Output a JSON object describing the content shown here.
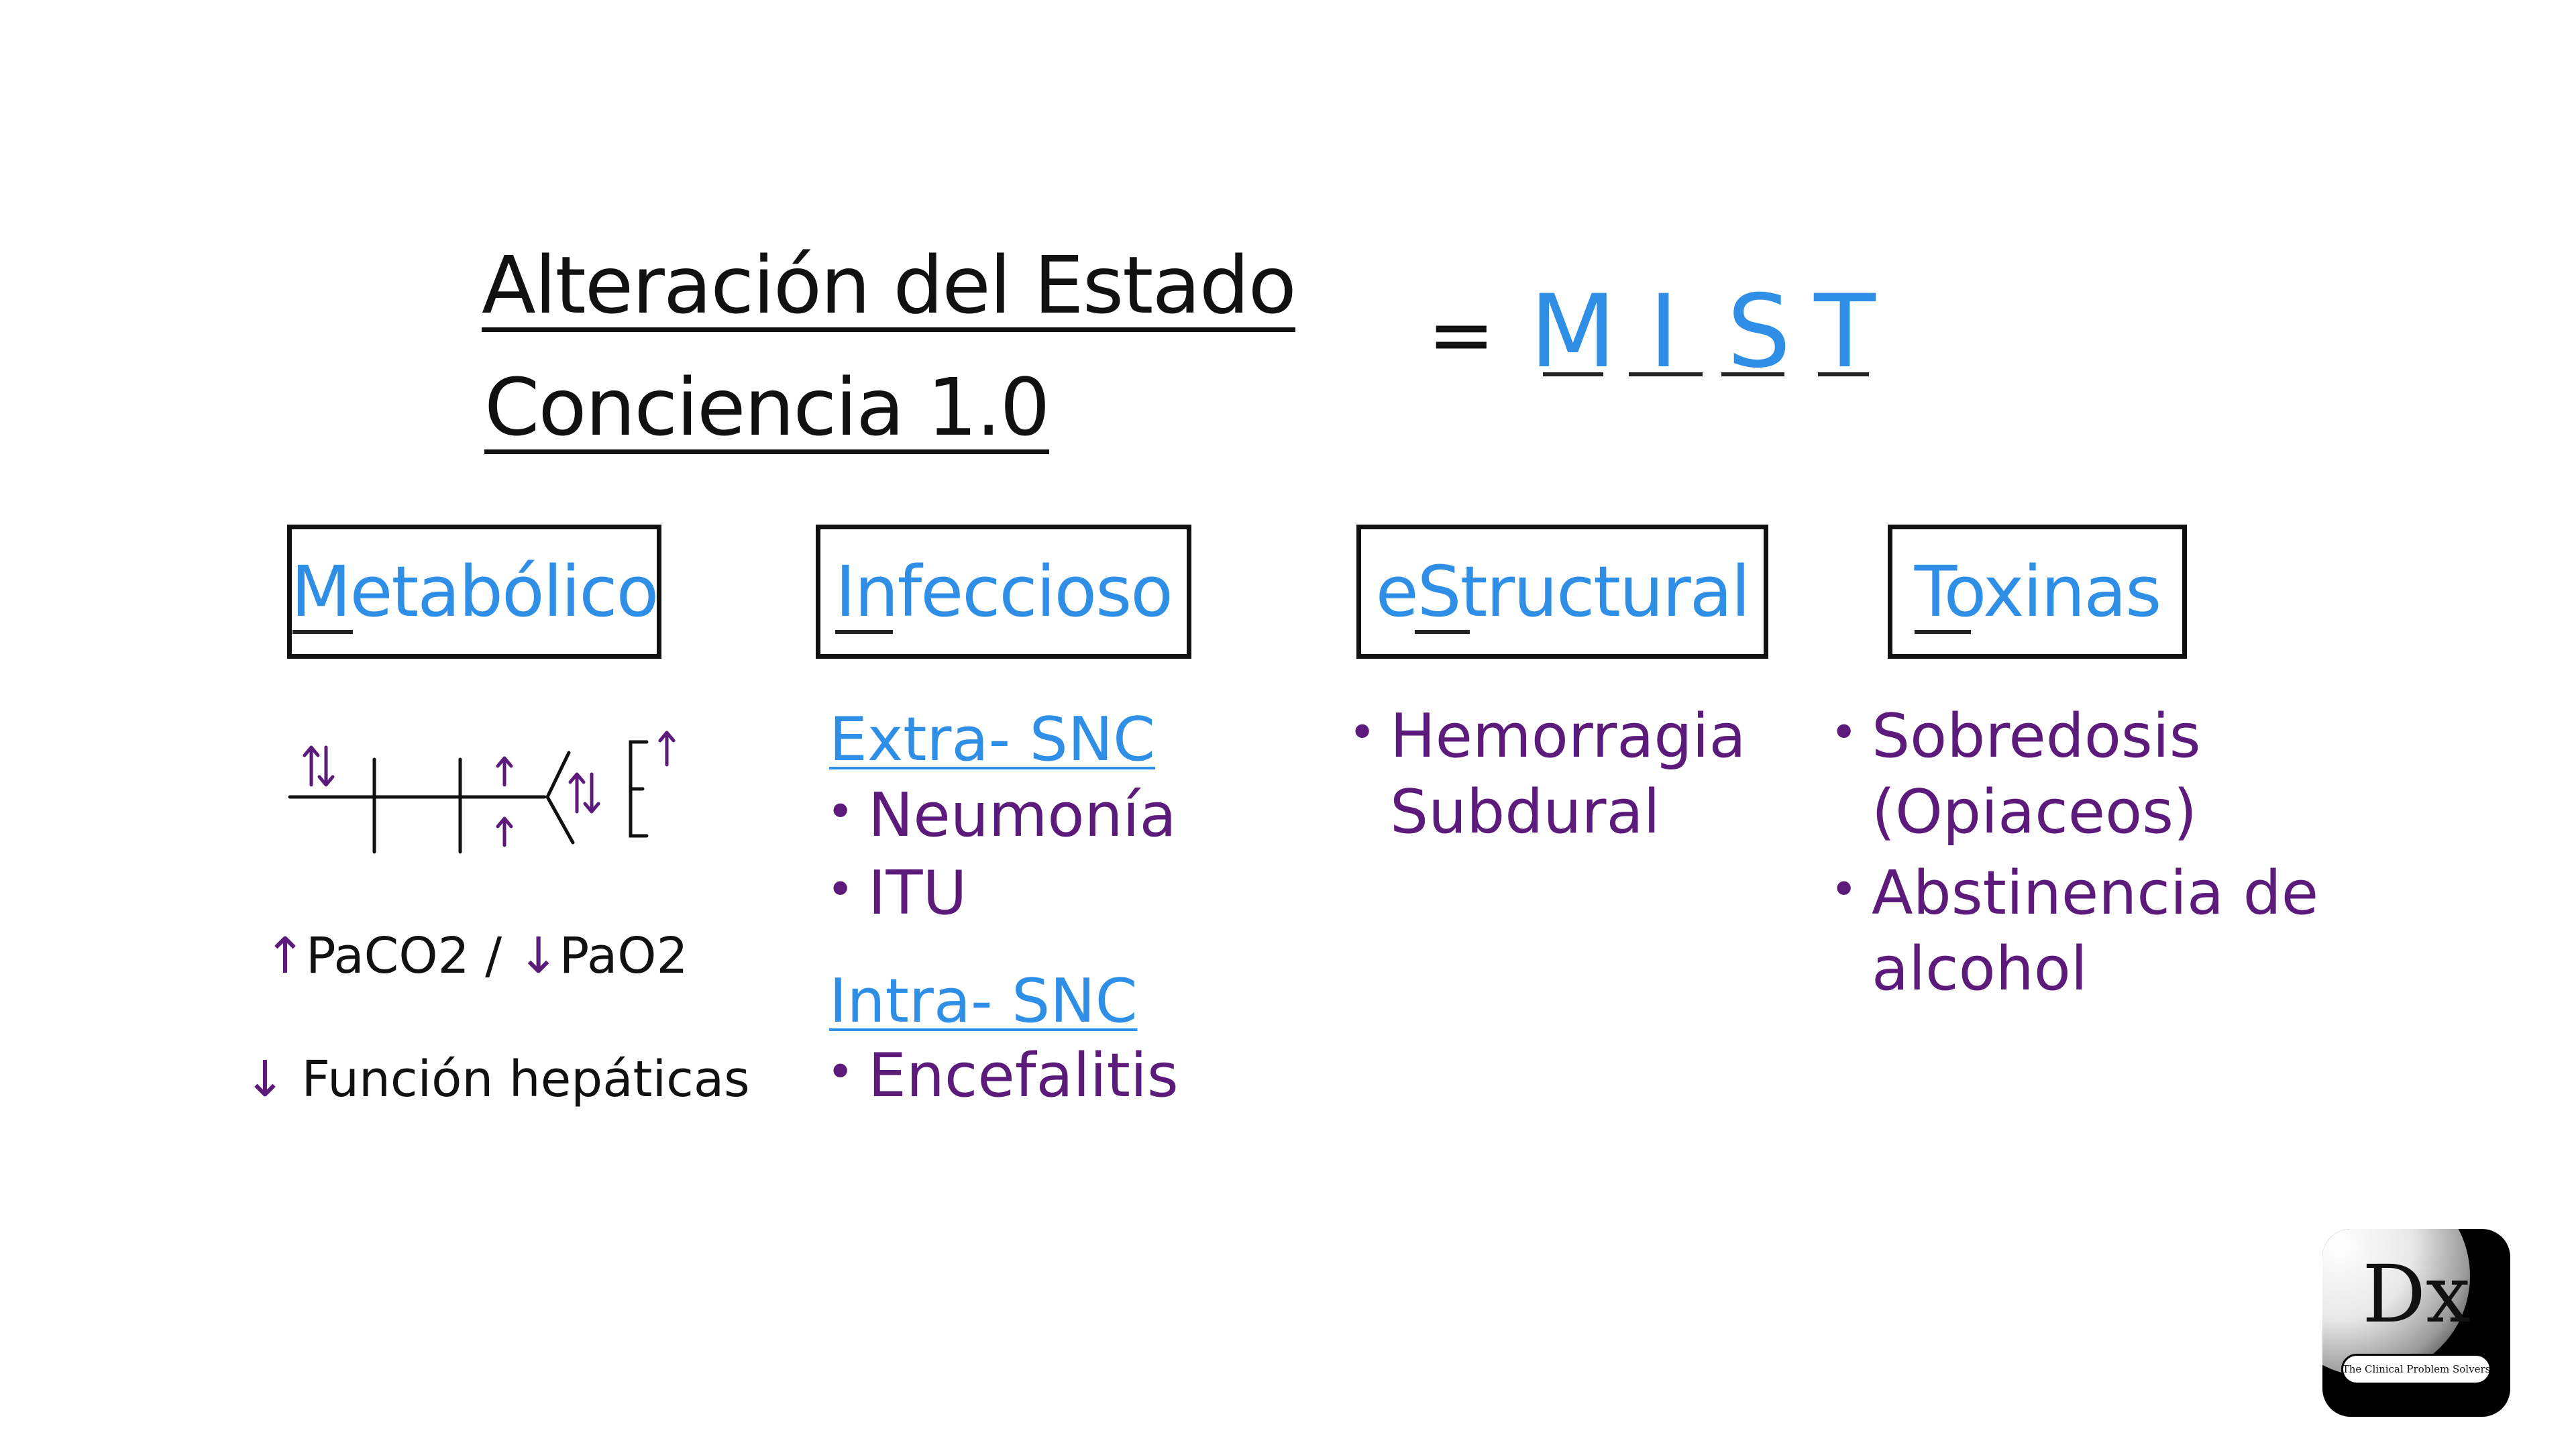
{
  "title": {
    "line1": "Alteración del Estado",
    "line2": "Conciencia 1.0"
  },
  "mnemonic": {
    "equals": "=",
    "letters": [
      "M",
      "I",
      "S",
      "T"
    ]
  },
  "colors": {
    "accent_blue": "#2f8fe6",
    "item_purple": "#5c1a7a",
    "ink": "#111111"
  },
  "categories": [
    {
      "label": "Metabólico",
      "notes": [
        "PaCO2 / ",
        "PaO2",
        "Función hepáticas"
      ],
      "note_icons": [
        "arrow-up-icon",
        "arrow-down-icon",
        "arrow-down-icon"
      ]
    },
    {
      "label": "Infeccioso",
      "groups": [
        {
          "heading": "Extra- SNC",
          "items": [
            "Neumonía",
            "ITU"
          ]
        },
        {
          "heading": "Intra- SNC",
          "items": [
            "Encefalitis"
          ]
        }
      ]
    },
    {
      "label": "eStructural",
      "items": [
        [
          "Hemorragia",
          "Subdural"
        ]
      ]
    },
    {
      "label": "Toxinas",
      "items": [
        [
          "Sobredosis",
          "(Opiaceos)"
        ],
        [
          "Abstinencia de",
          "alcohol"
        ]
      ]
    }
  ],
  "logo": {
    "mark": "Dx",
    "tagline": "The Clinical Problem Solvers"
  },
  "bullet_char": "•"
}
